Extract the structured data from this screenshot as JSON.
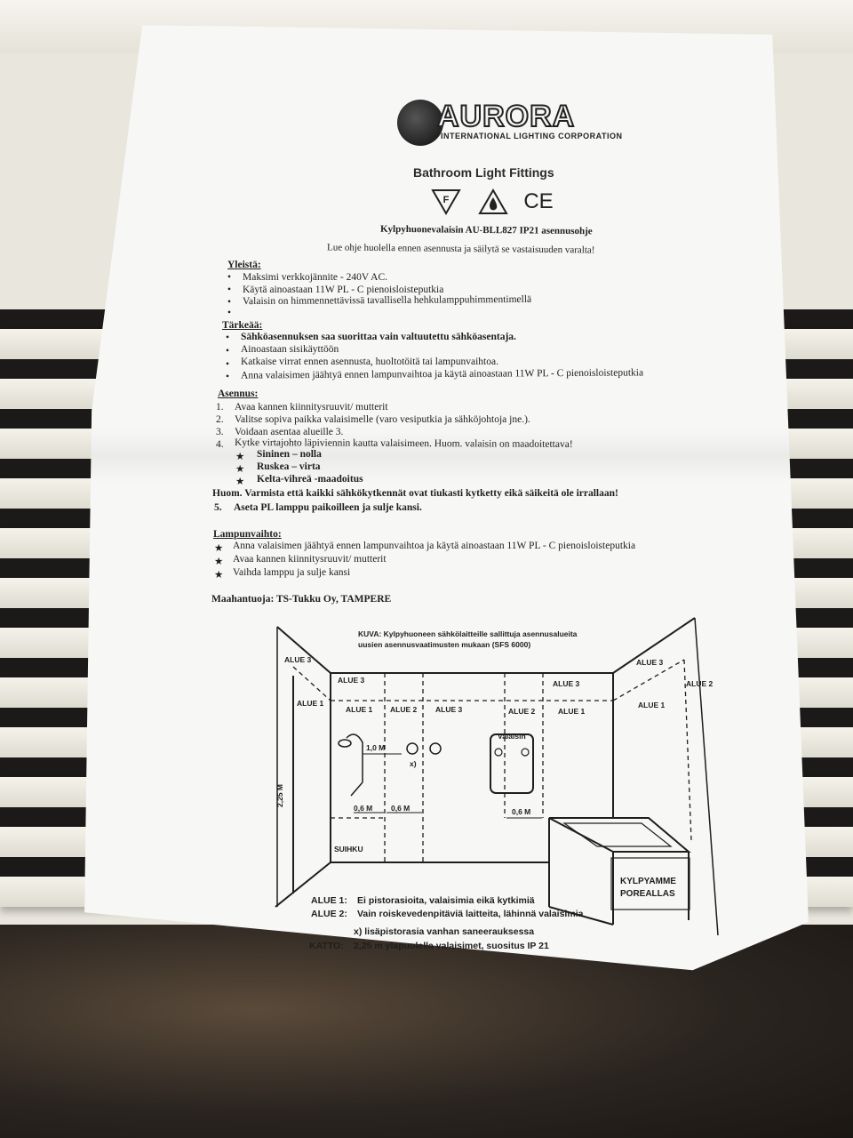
{
  "logo": {
    "wordmark": "AURORA",
    "tagline": "INTERNATIONAL LIGHTING CORPORATION"
  },
  "product_title": "Bathroom Light Fittings",
  "certifications": [
    {
      "name": "F",
      "icon": "f-mark-icon"
    },
    {
      "name": "",
      "icon": "flame-triangle-icon"
    },
    {
      "name": "CE",
      "icon": "ce-mark-icon"
    }
  ],
  "subtitle": "Kylpyhuonevalaisin AU-BLL827  IP21 asennusohje",
  "intro": "Lue ohje huolella ennen asennusta ja säilytä se vastaisuuden varalta!",
  "general": {
    "heading": "Yleistä:",
    "items": [
      "Maksimi verkkojännite  - 240V AC.",
      "Käytä ainoastaan 11W PL - C pienoisloisteputkia",
      "Valaisin on himmennettävissä tavallisella hehkulamppuhimmentimellä",
      ""
    ]
  },
  "important": {
    "heading": "Tärkeää:",
    "items": [
      "Sähköasennuksen saa suorittaa vain valtuutettu sähköasentaja.",
      "Ainoastaan sisikäyttöön",
      "Katkaise virrat ennen asennusta, huoltotöitä tai lampunvaihtoa.",
      "Anna valaisimen jäähtyä ennen lampunvaihtoa ja käytä ainoastaan 11W PL - C pienoisloisteputkia"
    ]
  },
  "installation": {
    "heading": "Asennus:",
    "steps": [
      {
        "num": "1.",
        "text": "Avaa kannen kiinnitysruuvit/ mutterit"
      },
      {
        "num": "2.",
        "text": "Valitse sopiva paikka valaisimelle (varo vesiputkia ja sähköjohtoja jne.)."
      },
      {
        "num": "3.",
        "text": "Voidaan asentaa alueille 3."
      },
      {
        "num": "4.",
        "text": "Kytke virtajohto läpiviennin kautta valaisimeen. Huom. valaisin on maadoitettava!"
      }
    ],
    "wires": [
      "Sininen – nolla",
      "Ruskea – virta",
      "Kelta-vihreä -maadoitus"
    ],
    "note": "Huom. Varmista että kaikki sähkökytkennät ovat tiukasti kytketty eikä säikeitä ole irrallaan!",
    "step5": {
      "num": "5.",
      "text": "Aseta PL lamppu paikoilleen ja sulje kansi."
    }
  },
  "lamp_change": {
    "heading": "Lampunvaihto:",
    "items": [
      "Anna valaisimen jäähtyä ennen lampunvaihtoa ja käytä ainoastaan 11W PL - C pienoisloisteputkia",
      "Avaa kannen kiinnitysruuvit/ mutterit",
      "Vaihda lamppu ja sulje kansi"
    ]
  },
  "importer": "Maahantuoja: TS-Tukku Oy, TAMPERE",
  "diagram": {
    "caption_line1": "KUVA: Kylpyhuoneen sähkölaitteille sallittuja asennusalueita",
    "caption_line2": "uusien asennusvaatimusten mukaan (SFS 6000)",
    "zone3_left": "ALUE 3",
    "zone3_top": "ALUE 3",
    "zone3_top_right": "ALUE 3",
    "zone3_right": "ALUE 3",
    "zone2_right": "ALUE 2",
    "zone1_left": "ALUE 1",
    "zone1_a": "ALUE 1",
    "zone2_a": "ALUE 2",
    "zone3_mid": "ALUE 3",
    "zone2_b": "ALUE 2",
    "zone1_b": "ALUE 1",
    "zone1_right": "ALUE 1",
    "valaisin": "Valaisin",
    "dim_1_0": "1,0 M",
    "dim_0_6_a": "0,6 M",
    "dim_0_6_b": "0,6 M",
    "dim_0_6_c": "0,6 M",
    "height": "2,25 M",
    "socket_mark": "x)",
    "shower": "SUIHKU",
    "bath_line1": "KYLPYAMME",
    "bath_line2": "POREALLAS",
    "legend": [
      {
        "key": "ALUE 1:",
        "text": "Ei pistorasioita, valaisimia eikä kytkimiä"
      },
      {
        "key": "ALUE 2:",
        "text": "Vain roiskevedenpitäviä laitteita, lähinnä valaisimia"
      },
      {
        "key": "",
        "text": "x) lisäpistorasia vanhan saneerauksessa"
      },
      {
        "key": "KATTO:",
        "text": "2,25 m yläpuolella valaisimet, suositus IP 21"
      }
    ]
  }
}
